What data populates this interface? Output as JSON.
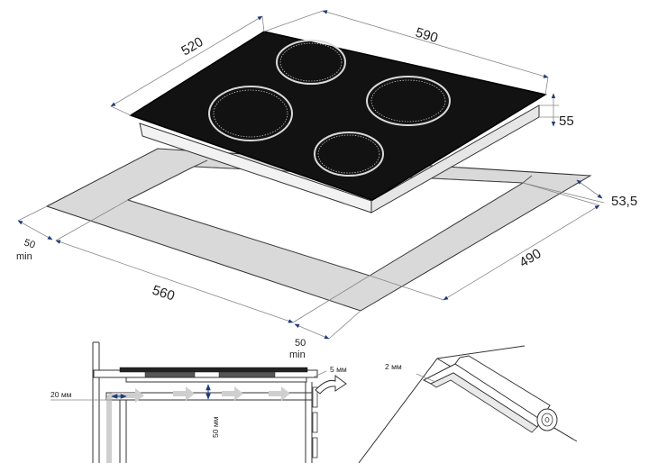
{
  "colors": {
    "hob_glass": "#121212",
    "hob_edge": "#f2f2f2",
    "countertop": "#d9d9d9",
    "outline": "#333333",
    "dimension_line": "#888888",
    "arrowhead": "#1e3c78",
    "airflow_arrow": "#cfcfcf",
    "burner_ring": "#d9d9d9",
    "text": "#222222"
  },
  "hob": {
    "depth": "520",
    "width": "590",
    "height": "55",
    "burner_count": 4
  },
  "cutout": {
    "width": "560",
    "depth": "490",
    "right_margin": "53,5",
    "front_min_value": "50",
    "front_min_label": "min",
    "back_min_value": "50",
    "back_min_label": "min"
  },
  "side_section": {
    "gap_label": "20 мм",
    "clearance_label": "50 мм",
    "overhang_label": "5 мм",
    "airflow_arrow_icon": "airflow-arrow-icon"
  },
  "edge_detail": {
    "seal_label": "2 мм",
    "seal_icon": "seal-roll-icon"
  }
}
